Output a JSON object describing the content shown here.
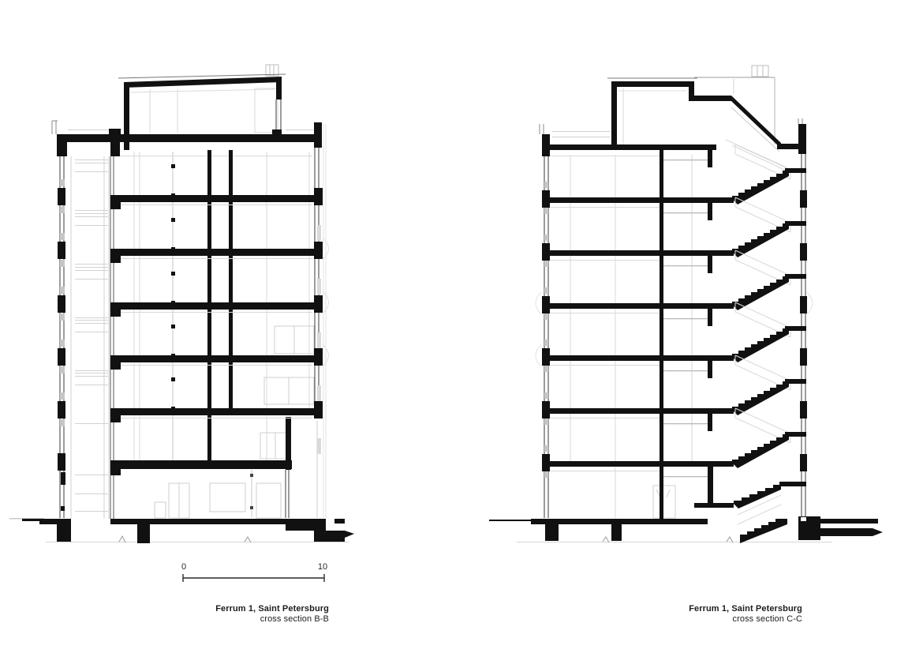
{
  "document": {
    "type": "architectural cross sections",
    "background": "#ffffff",
    "ink_color": "#111111",
    "light_line_color": "#cfcfcf"
  },
  "sections": {
    "left": {
      "title": "Ferrum 1, Saint Petersburg",
      "subtitle": "cross section B-B"
    },
    "right": {
      "title": "Ferrum 1, Saint Petersburg",
      "subtitle": "cross section C-C"
    }
  },
  "scale_bar": {
    "start_label": "0",
    "end_label": "10"
  }
}
